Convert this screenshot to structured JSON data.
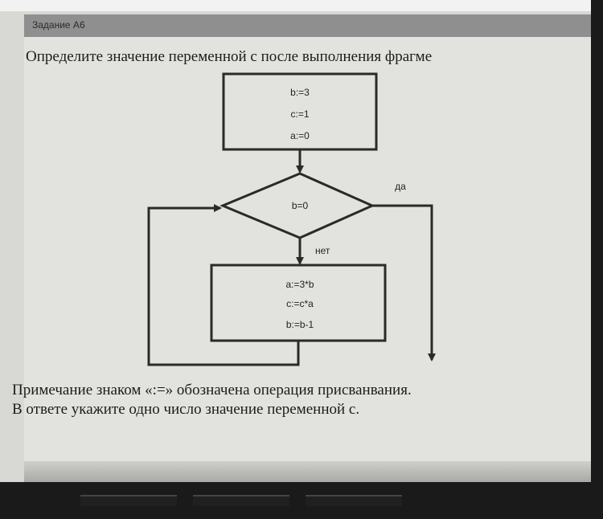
{
  "task_header": {
    "label": "Задание А6"
  },
  "question": {
    "text": "Определите значение переменной с после выполнения фрагме"
  },
  "flowchart": {
    "init_block": [
      "b:=3",
      "c:=1",
      "a:=0"
    ],
    "condition": "b=0",
    "yes_label": "да",
    "no_label": "нет",
    "loop_block": [
      "a:=3*b",
      "c:=c*a",
      "b:=b-1"
    ]
  },
  "note": {
    "line1": "Примечание знаком «:=» обозначена операция присванвания.",
    "line2": "В ответе укажите одно число значение переменной с."
  },
  "colors": {
    "screen": "#d8d8d4",
    "header": "#8f8f8f",
    "ink": "#1c1c1c",
    "bezel": "#1a1a1a"
  }
}
